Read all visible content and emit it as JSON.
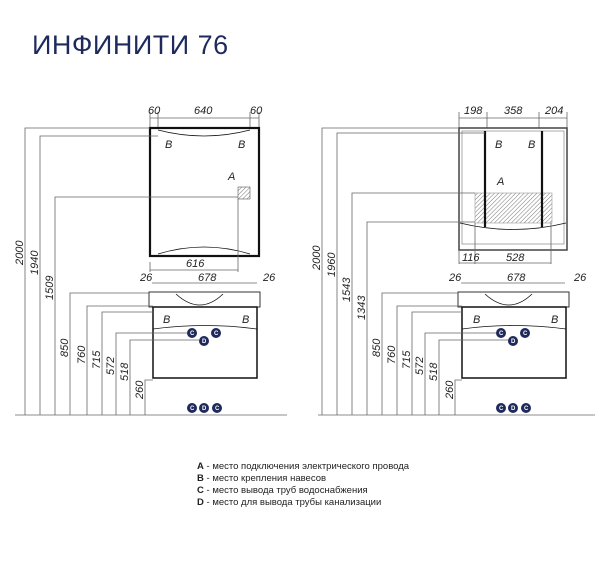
{
  "title": "ИНФИНИТИ 76",
  "left": {
    "top_dims": [
      "60",
      "640",
      "60"
    ],
    "mirror_bottom": "616",
    "cab_dims": [
      "26",
      "678",
      "26"
    ],
    "heights": [
      "2000",
      "1940",
      "1509",
      "850",
      "760",
      "715",
      "572",
      "518",
      "260"
    ]
  },
  "right": {
    "top_dims": [
      "198",
      "358",
      "204"
    ],
    "bottom_dims": [
      "116",
      "528"
    ],
    "cab_dims": [
      "26",
      "678",
      "26"
    ],
    "heights": [
      "2000",
      "1960",
      "1543",
      "1343",
      "850",
      "760",
      "715",
      "572",
      "518",
      "260"
    ]
  },
  "markers": {
    "a": "A",
    "b": "B",
    "c": "C",
    "d": "D"
  },
  "legend": [
    {
      "key": "A",
      "text": " - место подключения электрического провода"
    },
    {
      "key": "B",
      "text": " - место крепления навесов"
    },
    {
      "key": "C",
      "text": " - место вывода труб водоснабжения"
    },
    {
      "key": "D",
      "text": " - место для вывода трубы канализации"
    }
  ]
}
